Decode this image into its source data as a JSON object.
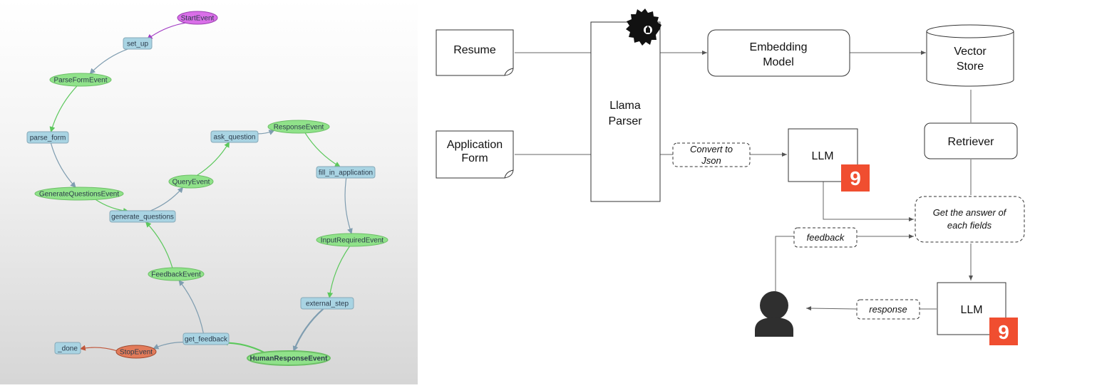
{
  "workflow": {
    "nodes": [
      {
        "id": "start_event",
        "label": "StartEvent",
        "kind": "event",
        "color": "#d96fe8"
      },
      {
        "id": "set_up",
        "label": "set_up",
        "kind": "step",
        "color": "#a9d4e3"
      },
      {
        "id": "parse_form_event",
        "label": "ParseFormEvent",
        "kind": "event",
        "color": "#90e28a"
      },
      {
        "id": "parse_form",
        "label": "parse_form",
        "kind": "step",
        "color": "#a9d4e3"
      },
      {
        "id": "generate_questions_event",
        "label": "GenerateQuestionsEvent",
        "kind": "event",
        "color": "#90e28a"
      },
      {
        "id": "generate_questions",
        "label": "generate_questions",
        "kind": "step",
        "color": "#a9d4e3"
      },
      {
        "id": "query_event",
        "label": "QueryEvent",
        "kind": "event",
        "color": "#90e28a"
      },
      {
        "id": "ask_question",
        "label": "ask_question",
        "kind": "step",
        "color": "#a9d4e3"
      },
      {
        "id": "response_event",
        "label": "ResponseEvent",
        "kind": "event",
        "color": "#90e28a"
      },
      {
        "id": "fill_in_application",
        "label": "fill_in_application",
        "kind": "step",
        "color": "#a9d4e3"
      },
      {
        "id": "input_required_event",
        "label": "InputRequiredEvent",
        "kind": "event",
        "color": "#90e28a"
      },
      {
        "id": "external_step",
        "label": "external_step",
        "kind": "step",
        "color": "#a9d4e3"
      },
      {
        "id": "human_response_event",
        "label": "HumanResponseEvent",
        "kind": "event",
        "color": "#90e28a"
      },
      {
        "id": "get_feedback",
        "label": "get_feedback",
        "kind": "step",
        "color": "#a9d4e3"
      },
      {
        "id": "feedback_event",
        "label": "FeedbackEvent",
        "kind": "event",
        "color": "#90e28a"
      },
      {
        "id": "stop_event",
        "label": "StopEvent",
        "kind": "event",
        "color": "#e27b5a"
      },
      {
        "id": "done",
        "label": "_done",
        "kind": "step",
        "color": "#a9d4e3"
      }
    ],
    "edges": [
      [
        "start_event",
        "set_up"
      ],
      [
        "set_up",
        "parse_form_event"
      ],
      [
        "parse_form_event",
        "parse_form"
      ],
      [
        "parse_form",
        "generate_questions_event"
      ],
      [
        "generate_questions_event",
        "generate_questions"
      ],
      [
        "generate_questions",
        "query_event"
      ],
      [
        "query_event",
        "ask_question"
      ],
      [
        "ask_question",
        "response_event"
      ],
      [
        "response_event",
        "fill_in_application"
      ],
      [
        "fill_in_application",
        "input_required_event"
      ],
      [
        "input_required_event",
        "external_step"
      ],
      [
        "external_step",
        "human_response_event"
      ],
      [
        "human_response_event",
        "get_feedback"
      ],
      [
        "get_feedback",
        "feedback_event"
      ],
      [
        "feedback_event",
        "generate_questions"
      ],
      [
        "get_feedback",
        "stop_event"
      ],
      [
        "stop_event",
        "done"
      ]
    ]
  },
  "architecture": {
    "resume_label": "Resume",
    "application_form_label": [
      "Application",
      "Form"
    ],
    "parser_label": [
      "Llama",
      "Parser"
    ],
    "embedding_label": [
      "Embedding",
      "Model"
    ],
    "vector_store_label": [
      "Vector",
      "Store"
    ],
    "convert_label": [
      "Convert to",
      "Json"
    ],
    "llm_top_label": "LLM",
    "retriever_label": "Retriever",
    "answer_label": [
      "Get the answer of",
      "each fields"
    ],
    "feedback_label": "feedback",
    "response_label": "response",
    "llm_bottom_label": "LLM",
    "provider_badge_glyph": "9",
    "provider_badge_color": "#f04e30",
    "user_icon_color": "#2f2f2f"
  }
}
